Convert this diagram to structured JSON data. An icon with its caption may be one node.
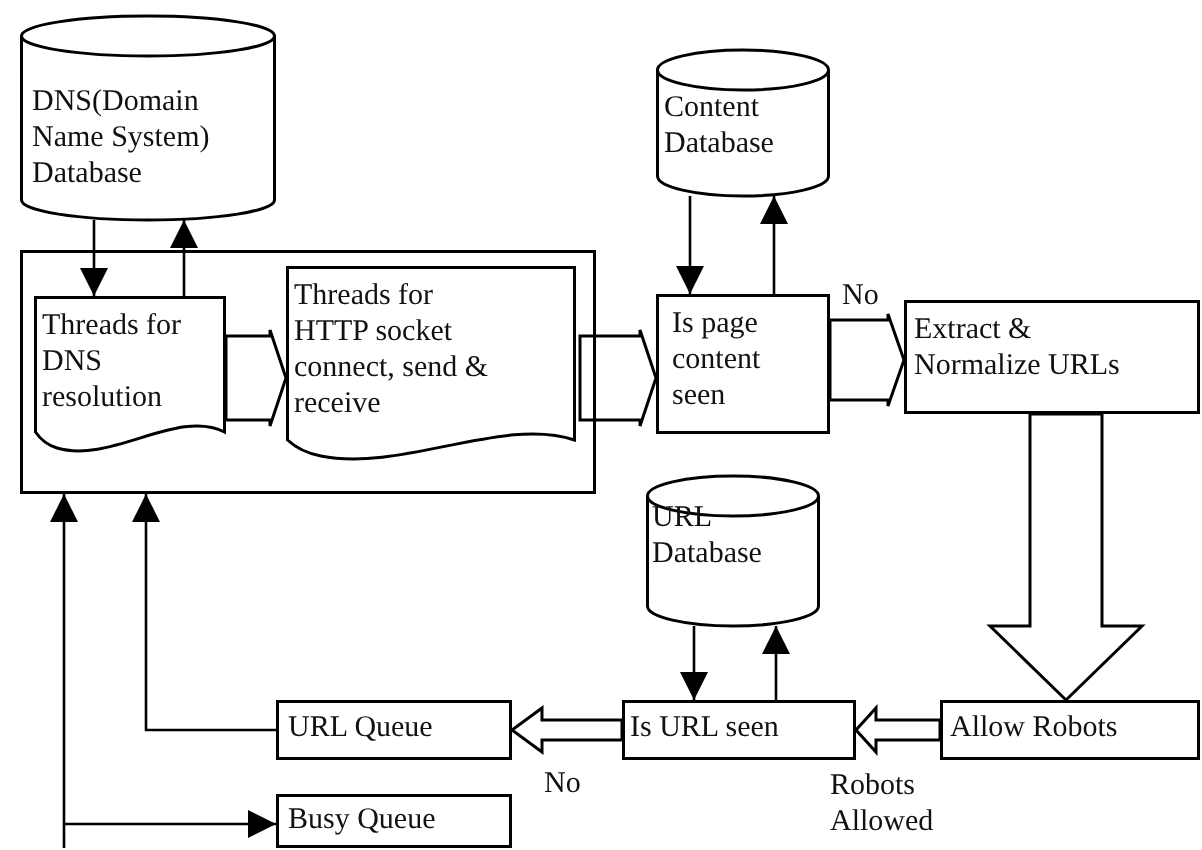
{
  "diagram": {
    "nodes": [
      {
        "text": [
          "DNS(Domain Name System) Database"
        ]
      },
      {
        "text": [],
        "shape": "box"
      },
      {
        "text": [
          "Threads for DNS resolution"
        ],
        "in": 1
      },
      {
        "text": [
          "Threads for HTTP socket connect, send & receive"
        ],
        "in": 1
      },
      {
        "text": [
          "Content Database"
        ]
      },
      {
        "text": [
          "Is page content seen"
        ]
      },
      {
        "text": [
          "Extract & Normalize URLs"
        ]
      },
      {
        "text": [
          "URL Database"
        ]
      },
      {
        "text": [
          "Allow Robots"
        ]
      },
      {
        "text": [
          "Is URL seen"
        ]
      },
      {
        "text": [
          "URL Queue"
        ]
      },
      {
        "text": [
          "Busy Queue"
        ]
      }
    ],
    "edges": [
      {
        "from": 0,
        "to": 2,
        "arrow": "to"
      },
      {
        "from": 2,
        "to": 0,
        "arrow": "to"
      },
      {
        "from": 2,
        "to": 3,
        "arrow": "to",
        "style": "thick"
      },
      {
        "from": 1,
        "to": 5,
        "arrow": "to",
        "style": "thick"
      },
      {
        "from": 4,
        "to": 5,
        "arrow": "to"
      },
      {
        "from": 5,
        "to": 4,
        "arrow": "to"
      },
      {
        "from": 5,
        "to": 6,
        "arrow": "to",
        "style": "thick",
        "label": "No"
      },
      {
        "from": 6,
        "to": 8,
        "arrow": "to",
        "style": "thick"
      },
      {
        "from": 7,
        "to": 9,
        "arrow": "to"
      },
      {
        "from": 9,
        "to": 7,
        "arrow": "to"
      },
      {
        "from": 8,
        "to": 9,
        "arrow": "to",
        "style": "thick",
        "label": "Robots Allowed"
      },
      {
        "from": 9,
        "to": 10,
        "arrow": "to",
        "style": "thick",
        "label": "No"
      },
      {
        "from": 10,
        "to": 1,
        "arrow": "to"
      },
      {
        "from": null,
        "to": 1,
        "arrow": "to"
      },
      {
        "from": null,
        "to": 11,
        "arrow": "to"
      }
    ]
  }
}
